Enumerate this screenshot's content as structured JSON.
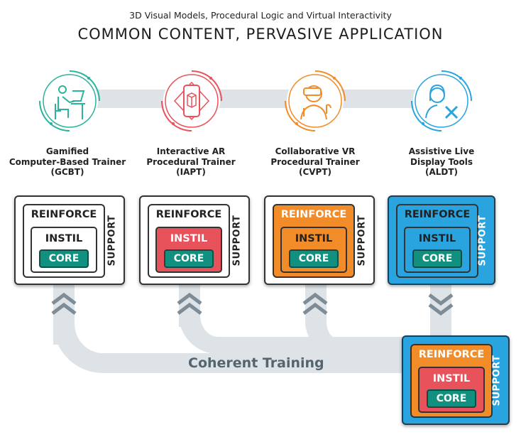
{
  "header": {
    "subtitle": "3D Visual Models, Procedural Logic and Virtual Interactivity",
    "title": "COMMON CONTENT, PERVASIVE APPLICATION"
  },
  "columns": [
    {
      "label_lines": [
        "Gamified",
        "Computer-Based Trainer",
        "(GCBT)"
      ],
      "icon": "computer-desk-user-icon",
      "accent": "#2bb39c"
    },
    {
      "label_lines": [
        "Interactive AR",
        "Procedural Trainer",
        "(IAPT)"
      ],
      "icon": "ar-phone-icon",
      "accent": "#e8525b"
    },
    {
      "label_lines": [
        "Collaborative VR",
        "Procedural Trainer",
        "(CVPT)"
      ],
      "icon": "vr-headset-icon",
      "accent": "#f28c28"
    },
    {
      "label_lines": [
        "Assistive Live",
        "Display Tools",
        "(ALDT)"
      ],
      "icon": "headset-tools-icon",
      "accent": "#2aa4df"
    }
  ],
  "box_labels": {
    "reinforce": "REINFORCE",
    "instil": "INSTIL",
    "core": "CORE",
    "support": "SUPPORT"
  },
  "colors": {
    "white": "#ffffff",
    "red": "#e8525b",
    "orange": "#f28c28",
    "blue": "#2aa4df",
    "teal": "#12907f",
    "track": "#dde3e7"
  },
  "coherent_label": "Coherent Training"
}
